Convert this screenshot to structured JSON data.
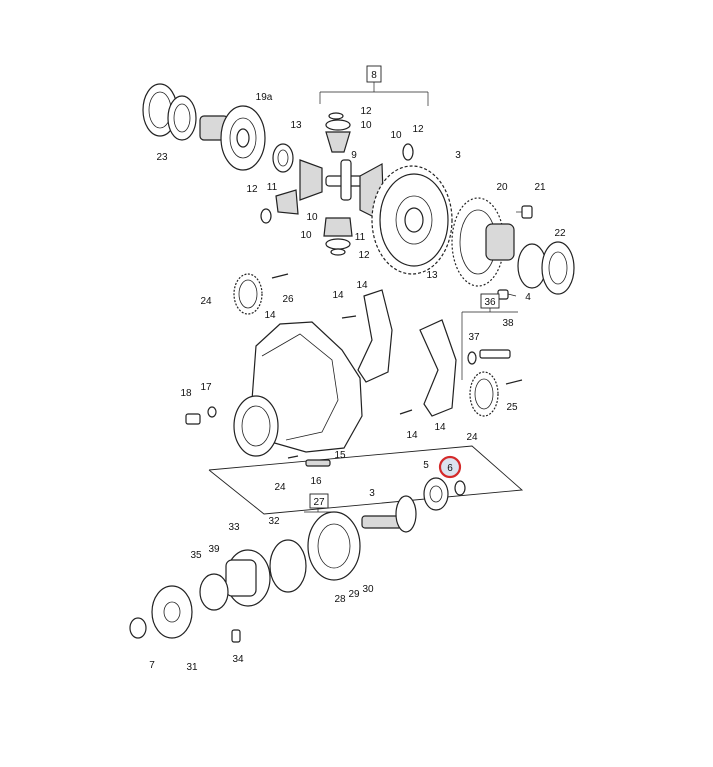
{
  "diagram": {
    "boxed_callouts": [
      {
        "label": "8",
        "name": "callout-8-box"
      },
      {
        "label": "36",
        "name": "callout-36-box"
      },
      {
        "label": "27",
        "name": "callout-27-box"
      }
    ],
    "callouts": [
      "19a",
      "13",
      "12",
      "10",
      "10",
      "12",
      "23",
      "9",
      "3",
      "11",
      "12",
      "10",
      "11",
      "13",
      "10",
      "12",
      "20",
      "21",
      "22",
      "24",
      "26",
      "14",
      "14",
      "14",
      "37",
      "38",
      "18",
      "17",
      "25",
      "14",
      "24",
      "14",
      "24",
      "16",
      "15",
      "5",
      "3",
      "33",
      "32",
      "35",
      "39",
      "28",
      "29",
      "30",
      "7",
      "31",
      "34",
      "4"
    ],
    "highlighted_callout": "6",
    "colors": {
      "line": "#222222",
      "highlight_ring": "#d42a2a",
      "highlight_fill": "#dbe3ef",
      "background": "#ffffff"
    }
  }
}
